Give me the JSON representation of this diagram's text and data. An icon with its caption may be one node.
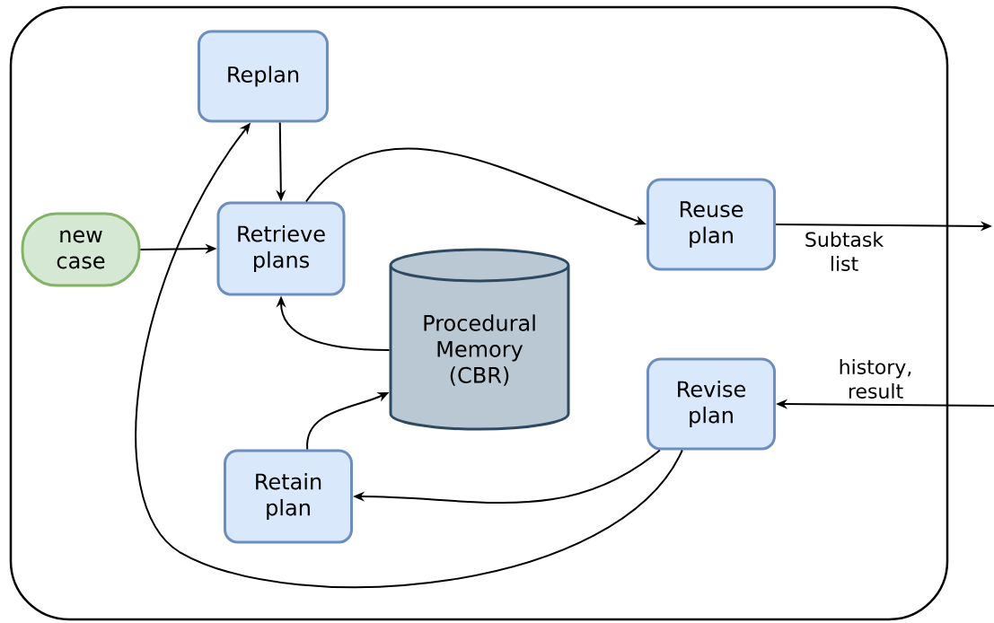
{
  "diagram": {
    "nodes": [
      {
        "text": [
          "Replan"
        ]
      },
      {
        "text": [
          "new case"
        ]
      },
      {
        "text": [
          "Retrieve plans"
        ]
      },
      {
        "text": [
          "Reuse plan"
        ]
      },
      {
        "text": [
          "Procedural Memory (CBR)"
        ]
      },
      {
        "text": [
          "Revise plan"
        ]
      },
      {
        "text": [
          "Retain plan"
        ]
      }
    ],
    "edges": [
      {
        "from": 0,
        "to": 2,
        "arrow": "to"
      },
      {
        "from": 1,
        "to": 2,
        "arrow": "to"
      },
      {
        "from": 2,
        "to": 3,
        "arrow": "to"
      },
      {
        "from": 3,
        "to": null,
        "arrow": "to",
        "label": "Subtask list"
      },
      {
        "from": null,
        "to": 5,
        "arrow": "to",
        "label": "history, result"
      },
      {
        "from": 4,
        "to": 2,
        "arrow": "to"
      },
      {
        "from": 6,
        "to": 4,
        "arrow": "to"
      },
      {
        "from": 5,
        "to": 6,
        "arrow": "to"
      },
      {
        "from": 5,
        "to": 0,
        "arrow": "to"
      }
    ]
  }
}
